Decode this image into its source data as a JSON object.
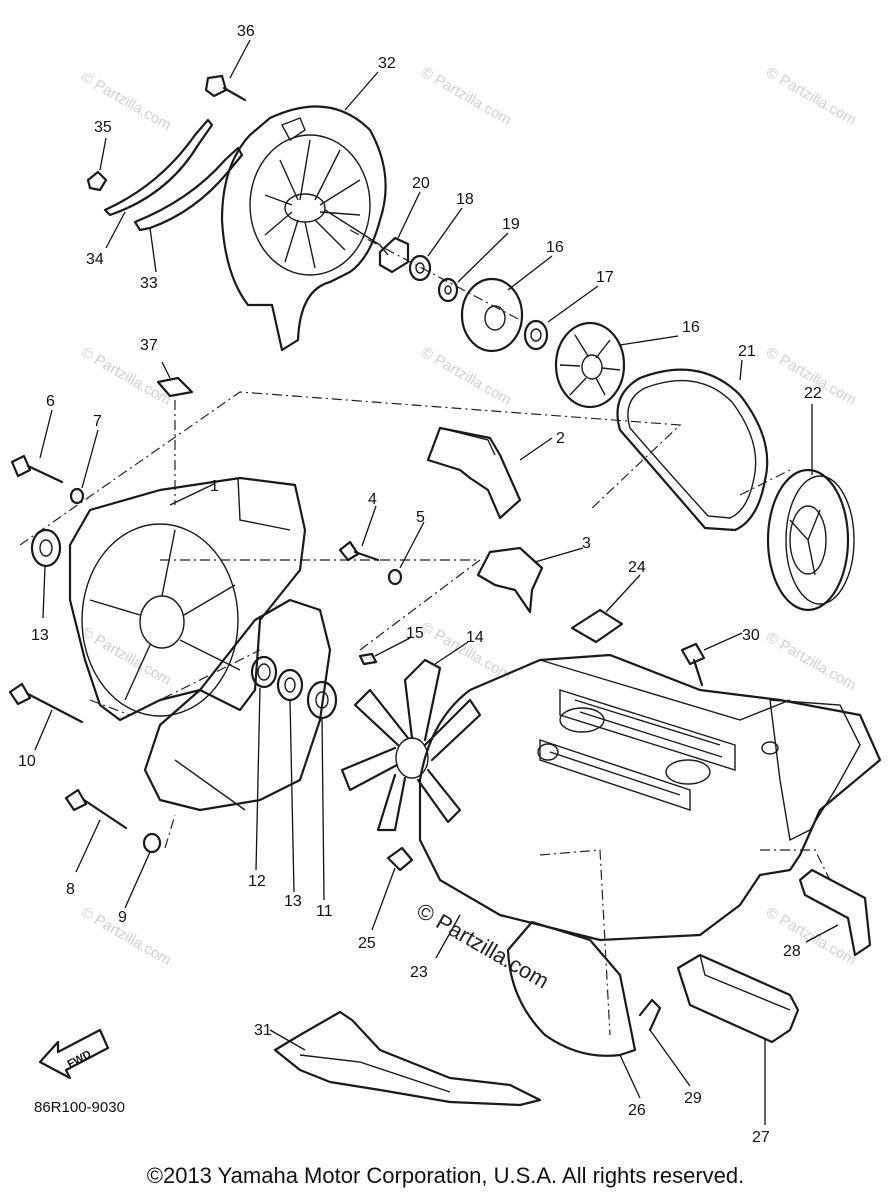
{
  "diagram": {
    "callouts": [
      "36",
      "32",
      "35",
      "20",
      "18",
      "19",
      "16",
      "17",
      "16",
      "34",
      "33",
      "37",
      "21",
      "22",
      "6",
      "7",
      "2",
      "1",
      "4",
      "5",
      "3",
      "13",
      "24",
      "15",
      "14",
      "30",
      "10",
      "12",
      "13",
      "11",
      "8",
      "9",
      "25",
      "23",
      "28",
      "31",
      "26",
      "29",
      "27"
    ],
    "watermark_text": "© Partzilla.com",
    "center_watermark": "© Partzilla.com",
    "direction_label": "FWD",
    "diagram_code": "86R100-9030"
  },
  "footer": {
    "copyright": "©2013  Yamaha Motor Corporation, U.S.A. All rights reserved."
  }
}
